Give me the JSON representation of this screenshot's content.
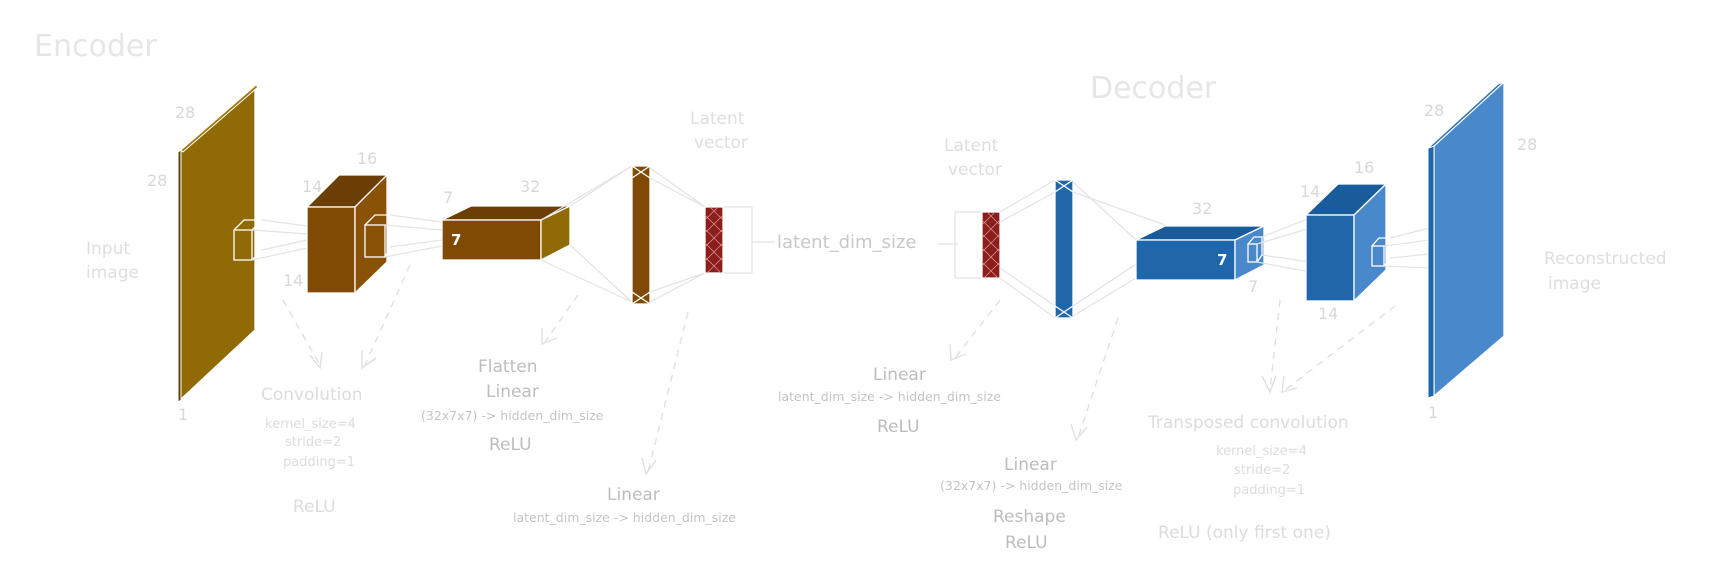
{
  "colors": {
    "encoder_face": "#8f6a05",
    "encoder_face2": "#804a05",
    "decoder_face": "#1f67aa",
    "decoder_face2": "#4a88cc",
    "latent_fill": "#8b1d1d"
  },
  "titles": {
    "encoder": "Encoder",
    "decoder": "Decoder"
  },
  "encoder": {
    "input": {
      "label_line1": "Input",
      "label_line2": "image",
      "dim_top": "28",
      "dim_left": "28",
      "dim_bottom": "1"
    },
    "conv1": {
      "dim_depth": "16",
      "dim_height": "14",
      "dim_width": "14"
    },
    "conv2": {
      "dim_depth": "32",
      "dim_height": "7",
      "face_value": "7"
    },
    "conv_caption": {
      "title": "Convolution",
      "kernel": "kernel_size=4",
      "stride": "stride=2",
      "padding": "padding=1",
      "activation": "ReLU"
    },
    "flatten_caption": {
      "line1": "Flatten",
      "line2": "Linear",
      "line3": "(32x7x7) -> hidden_dim_size",
      "activation": "ReLU"
    },
    "latent_caption": {
      "title": "Linear",
      "detail": "latent_dim_size -> hidden_dim_size"
    },
    "latent_label": {
      "line1": "Latent",
      "line2": "vector"
    }
  },
  "middle": {
    "latent_dim_label": "latent_dim_size"
  },
  "decoder": {
    "latent_label": {
      "line1": "Latent",
      "line2": "vector"
    },
    "linear_caption": {
      "title": "Linear",
      "detail": "latent_dim_size -> hidden_dim_size",
      "activation": "ReLU"
    },
    "reshape_caption": {
      "title": "Linear",
      "detail": "(32x7x7) -> hidden_dim_size",
      "line3": "Reshape",
      "activation": "ReLU"
    },
    "deconv1": {
      "dim_depth": "32",
      "dim_side": "7",
      "face_value": "7"
    },
    "deconv2": {
      "dim_depth": "16",
      "dim_height": "14",
      "dim_width": "14"
    },
    "tconv_caption": {
      "title": "Transposed convolution",
      "kernel": "kernel_size=4",
      "stride": "stride=2",
      "padding": "padding=1",
      "activation": "ReLU (only first one)"
    },
    "output": {
      "label_line1": "Reconstructed",
      "label_line2": "image",
      "dim_top": "28",
      "dim_right": "28",
      "dim_bottom": "1"
    }
  }
}
